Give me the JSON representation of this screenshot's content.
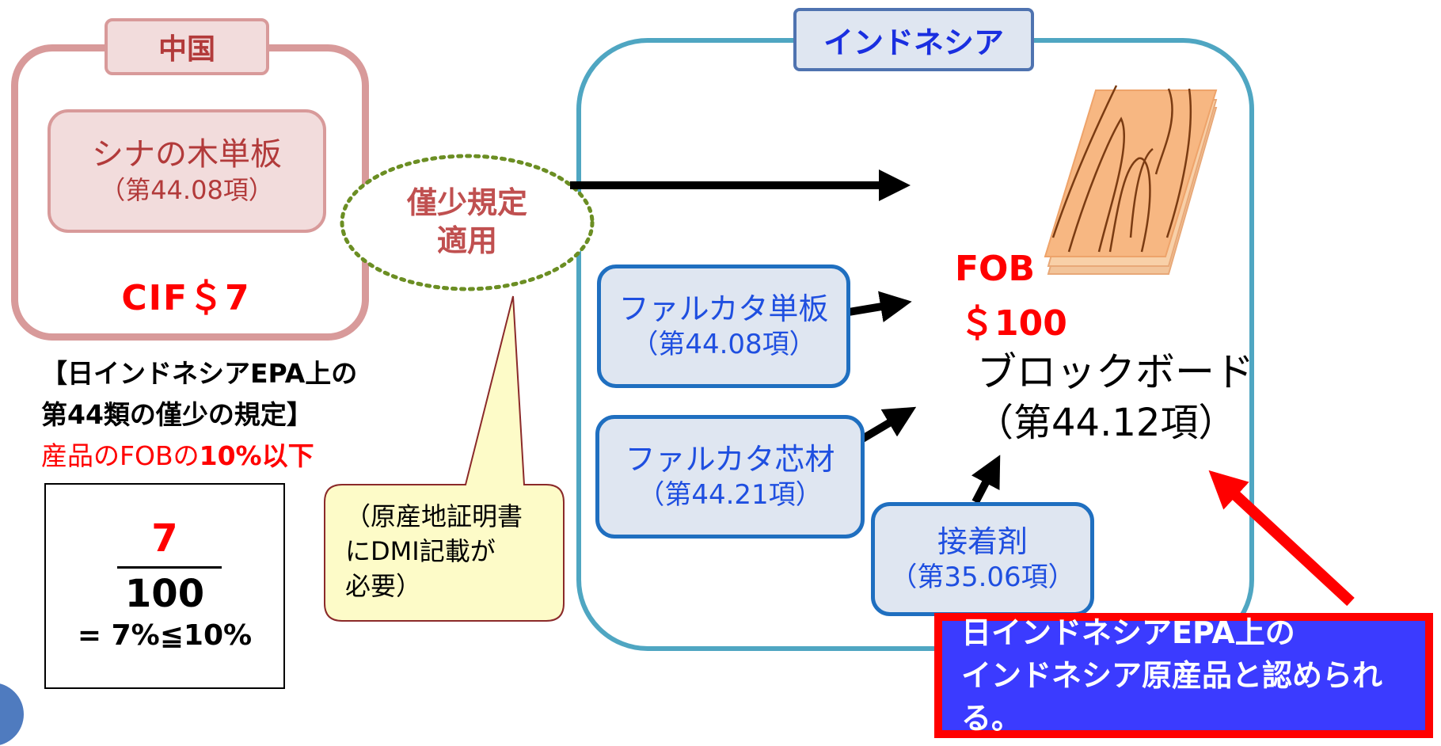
{
  "china": {
    "label": "中国",
    "material_name": "シナの木単板",
    "material_code": "（第44.08項）",
    "price": "CIF＄7"
  },
  "deminimis": {
    "line1": "僅少規定",
    "line2": "適用"
  },
  "rule": {
    "line1": "【日インドネシアEPA上の",
    "line2": "第44類の僅少の規定】",
    "line3_prefix": "産品のFOBの",
    "line3_emphasis": "10%以下"
  },
  "calculation": {
    "numerator": "7",
    "denominator": "100",
    "result": "= 7%≦10%"
  },
  "callout": {
    "line1": "（原産地証明書",
    "line2": "にDMI記載が",
    "line3": "必要）"
  },
  "indonesia": {
    "label": "インドネシア",
    "materials": [
      {
        "name": "ファルカタ単板",
        "code": "（第44.08項）"
      },
      {
        "name": "ファルカタ芯材",
        "code": "（第44.21項）"
      },
      {
        "name": "接着剤",
        "code": "（第35.06項）"
      }
    ],
    "fob_label": "FOB",
    "fob_value": "＄100",
    "product_name": "ブロックボード",
    "product_code": "（第44.12項）"
  },
  "conclusion": {
    "line1": "日インドネシアEPA上の",
    "line2": "インドネシア原産品と認められる。"
  },
  "colors": {
    "china_border": "#d89a9a",
    "china_text": "#b23a3a",
    "indonesia_border": "#4fa6c2",
    "material_text": "#1f4fe0",
    "highlight_red": "#ff0000",
    "conclusion_bg": "#3b3bff"
  }
}
